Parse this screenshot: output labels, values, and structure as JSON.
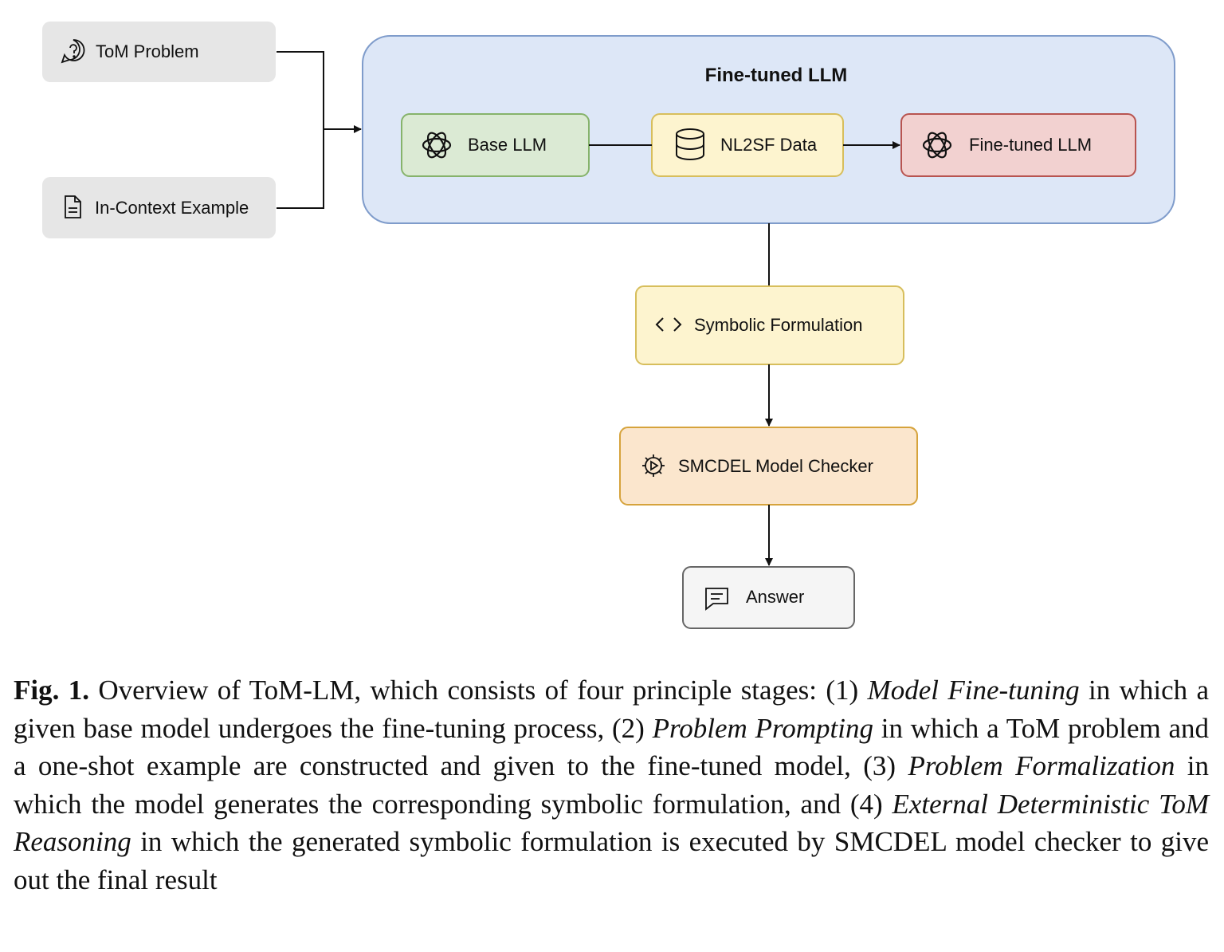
{
  "diagram": {
    "inputs": {
      "tom_problem": "ToM Problem",
      "in_context_example": "In-Context Example"
    },
    "group_title": "Fine-tuned LLM",
    "base_llm": "Base LLM",
    "nl2sf_data": "NL2SF Data",
    "finetuned_llm": "Fine-tuned LLM",
    "symbolic_formulation": "Symbolic Formulation",
    "model_checker": "SMCDEL Model Checker",
    "answer": "Answer",
    "colors": {
      "group_fill": "#dde7f7",
      "group_stroke": "#7f9ccb",
      "green_fill": "#dbead4",
      "green_stroke": "#86b36b",
      "yellow_fill": "#fdf4cf",
      "yellow_stroke": "#d7be5c",
      "red_fill": "#f2d1d0",
      "red_stroke": "#b85450",
      "orange_fill": "#fbe6cd",
      "orange_stroke": "#d6a33c",
      "gray_fill": "#e6e6e6",
      "answer_fill": "#f5f5f5",
      "answer_stroke": "#666666"
    }
  },
  "caption": {
    "label": "Fig. 1.",
    "t1": "Overview of ToM-LM, which consists of four principle stages: (1)",
    "i1": "Model Fine-tuning",
    "t2": "in which a given base model undergoes the fine-tuning process, (2)",
    "i2": "Problem Prompting",
    "t3": "in which a ToM problem and a one-shot example are constructed and given to the fine-tuned model, (3)",
    "i3": "Problem Formalization",
    "t4": "in which the model generates the corresponding symbolic formulation, and (4)",
    "i4": "External Deterministic ToM Reasoning",
    "t5": "in which the generated symbolic formulation is executed by SMCDEL model checker to give out the final result"
  }
}
